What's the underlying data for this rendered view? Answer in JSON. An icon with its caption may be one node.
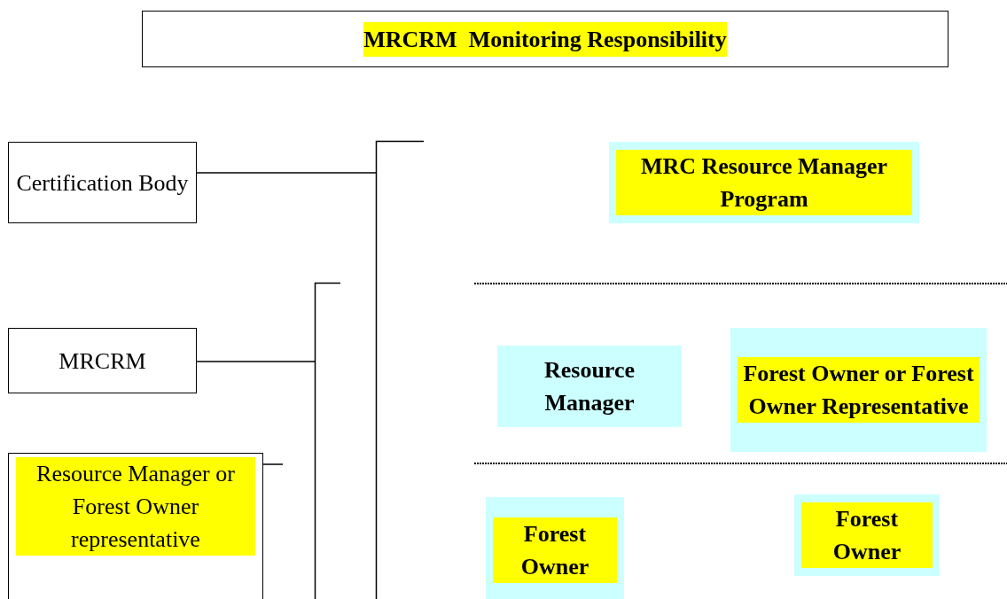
{
  "diagram": {
    "title": "MRCRM  Monitoring Responsibility",
    "nodes": [
      {
        "text": [
          "Certification Body"
        ]
      },
      {
        "text": [
          "MRCRM"
        ]
      },
      {
        "text": [
          "Resource Manager or Forest Owner representative"
        ]
      },
      {
        "text": [
          "MRC Resource Manager Program"
        ]
      },
      {
        "text": [
          "Resource Manager"
        ]
      },
      {
        "text": [
          "Forest Owner or Forest Owner Representative"
        ]
      },
      {
        "text": [
          "Forest Owner"
        ]
      },
      {
        "text": [
          "Forest Owner"
        ]
      }
    ],
    "edges": [
      {
        "from": 0,
        "to": null,
        "arrow": "none"
      },
      {
        "from": 1,
        "to": null,
        "arrow": "none"
      },
      {
        "from": 2,
        "to": null,
        "arrow": "none"
      }
    ]
  }
}
